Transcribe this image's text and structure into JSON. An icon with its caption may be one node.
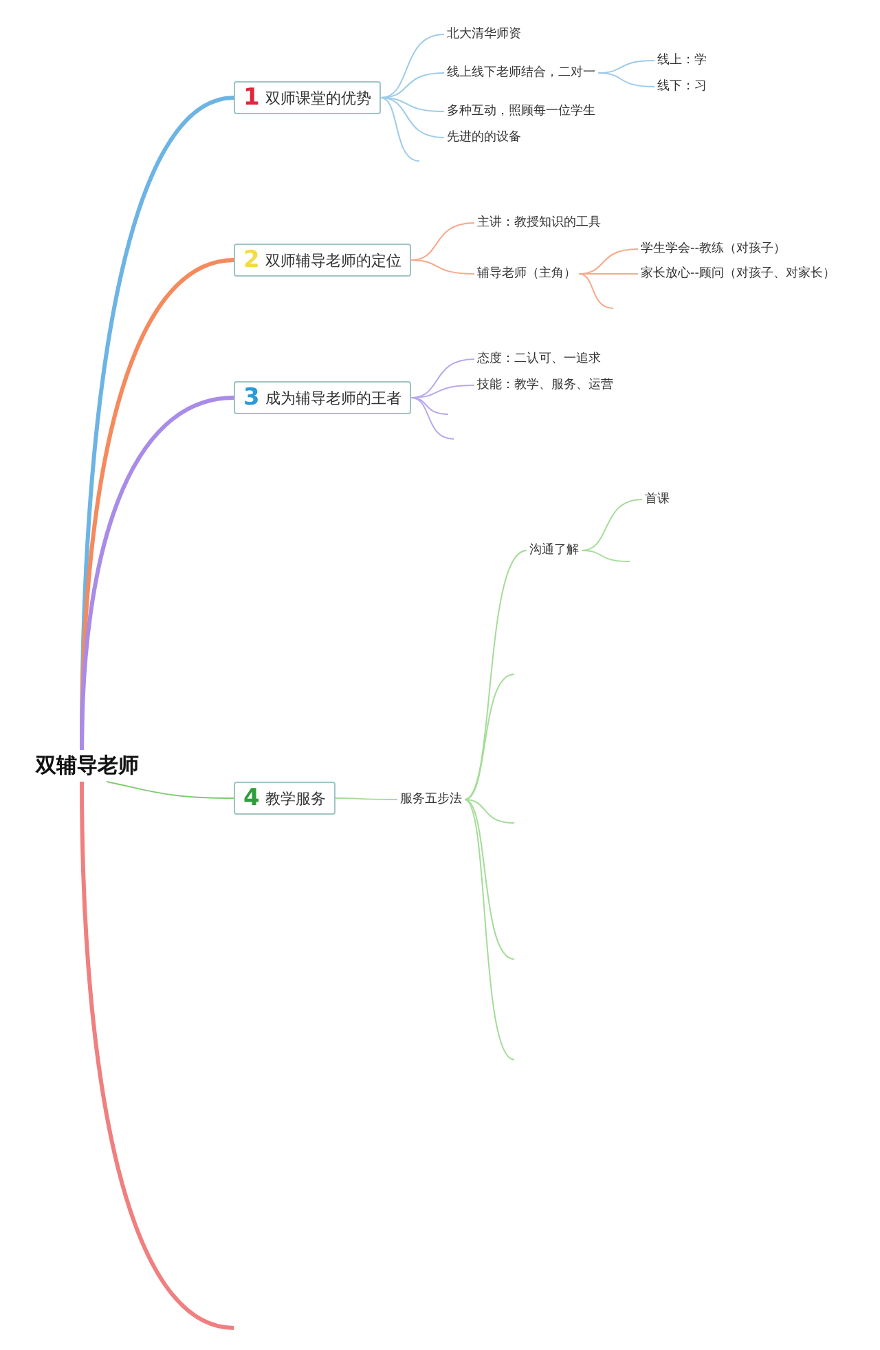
{
  "diagram": {
    "nodes": [
      {
        "text": [
          "双辅导老师"
        ]
      },
      {
        "text": [
          "1",
          "双师课堂的优势"
        ]
      },
      {
        "text": [
          "北大清华师资"
        ]
      },
      {
        "text": [
          "线上线下老师结合，二对一"
        ]
      },
      {
        "text": [
          "线上：学"
        ]
      },
      {
        "text": [
          "线下：习"
        ]
      },
      {
        "text": [
          "多种互动，照顾每一位学生"
        ]
      },
      {
        "text": [
          "先进的的设备"
        ]
      },
      {
        "text": [
          "2",
          "双师辅导老师的定位"
        ]
      },
      {
        "text": [
          "主讲：教授知识的工具"
        ]
      },
      {
        "text": [
          "辅导老师（主角）"
        ]
      },
      {
        "text": [
          "学生学会--教练（对孩子）"
        ]
      },
      {
        "text": [
          "家长放心--顾问（对孩子、对家长）"
        ]
      },
      {
        "text": [
          "3",
          "成为辅导老师的王者"
        ]
      },
      {
        "text": [
          "态度：二认可、一追求"
        ]
      },
      {
        "text": [
          "技能：教学、服务、运营"
        ]
      },
      {
        "text": [
          "4",
          "教学服务"
        ]
      },
      {
        "text": [
          "服务五步法"
        ]
      },
      {
        "text": [
          "沟通了解"
        ]
      },
      {
        "text": [
          "首课"
        ]
      }
    ],
    "edges": [
      {
        "from": 0,
        "to": 1,
        "arrow": "none",
        "style": "thick",
        "color": "#6cb4e4"
      },
      {
        "from": 0,
        "to": 8,
        "arrow": "none",
        "style": "thick",
        "color": "#f58a5c"
      },
      {
        "from": 0,
        "to": 13,
        "arrow": "none",
        "style": "thick",
        "color": "#a98be8"
      },
      {
        "from": 0,
        "to": 16,
        "arrow": "none",
        "color": "#7ccd6e"
      },
      {
        "from": 0,
        "to": null,
        "arrow": "none",
        "style": "thick",
        "color": "#f07f7f"
      },
      {
        "from": 1,
        "to": 2,
        "arrow": "none",
        "color": "#9ccbea"
      },
      {
        "from": 1,
        "to": 3,
        "arrow": "none",
        "color": "#9ccbea"
      },
      {
        "from": 1,
        "to": 6,
        "arrow": "none",
        "color": "#9ccbea"
      },
      {
        "from": 1,
        "to": 7,
        "arrow": "none",
        "color": "#9ccbea"
      },
      {
        "from": 1,
        "to": null,
        "arrow": "none",
        "color": "#9ccbea"
      },
      {
        "from": 3,
        "to": 4,
        "arrow": "none",
        "color": "#9ccbea"
      },
      {
        "from": 3,
        "to": 5,
        "arrow": "none",
        "color": "#9ccbea"
      },
      {
        "from": 8,
        "to": 9,
        "arrow": "none",
        "color": "#f7a889"
      },
      {
        "from": 8,
        "to": 10,
        "arrow": "none",
        "color": "#f7a889"
      },
      {
        "from": 10,
        "to": 11,
        "arrow": "none",
        "color": "#f7a889"
      },
      {
        "from": 10,
        "to": 12,
        "arrow": "none",
        "color": "#f7a889"
      },
      {
        "from": 10,
        "to": null,
        "arrow": "none",
        "color": "#f7a889"
      },
      {
        "from": 13,
        "to": 14,
        "arrow": "none",
        "color": "#b9a7ee"
      },
      {
        "from": 13,
        "to": 15,
        "arrow": "none",
        "color": "#b9a7ee"
      },
      {
        "from": 13,
        "to": null,
        "arrow": "none",
        "color": "#b9a7ee"
      },
      {
        "from": 13,
        "to": null,
        "arrow": "none",
        "color": "#b9a7ee"
      },
      {
        "from": 16,
        "to": 17,
        "arrow": "none",
        "color": "#a4dc98"
      },
      {
        "from": 17,
        "to": 18,
        "arrow": "none",
        "color": "#a4dc98"
      },
      {
        "from": 17,
        "to": null,
        "arrow": "none",
        "color": "#a4dc98"
      },
      {
        "from": 17,
        "to": null,
        "arrow": "none",
        "color": "#a4dc98"
      },
      {
        "from": 17,
        "to": null,
        "arrow": "none",
        "color": "#a4dc98"
      },
      {
        "from": 17,
        "to": null,
        "arrow": "none",
        "color": "#a4dc98"
      },
      {
        "from": 18,
        "to": 19,
        "arrow": "none",
        "color": "#a4dc98"
      },
      {
        "from": 18,
        "to": null,
        "arrow": "none",
        "color": "#a4dc98"
      }
    ]
  }
}
